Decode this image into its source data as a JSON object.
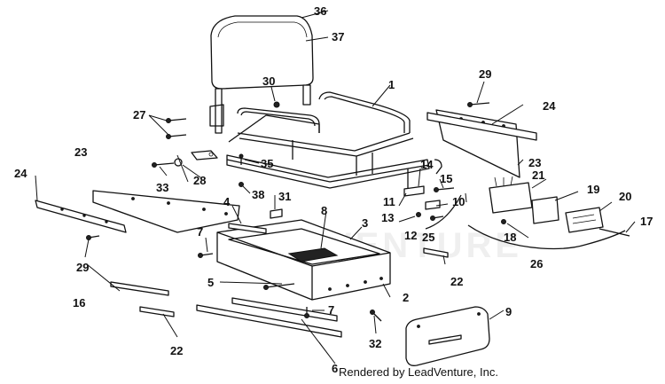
{
  "credit": "Rendered by LeadVenture, Inc.",
  "watermark": "LEADVENTURE",
  "callouts": {
    "c1": "1",
    "c2": "2",
    "c3": "3",
    "c4": "4",
    "c5": "5",
    "c6": "6",
    "c7a": "7",
    "c7b": "7",
    "c8": "8",
    "c9": "9",
    "c10": "10",
    "c11": "11",
    "c12": "12",
    "c13": "13",
    "c14": "14",
    "c15": "15",
    "c16": "16",
    "c17": "17",
    "c18": "18",
    "c19": "19",
    "c20": "20",
    "c21": "21",
    "c22a": "22",
    "c22b": "22",
    "c23a": "23",
    "c23b": "23",
    "c24a": "24",
    "c24b": "24",
    "c25": "25",
    "c26": "26",
    "c27": "27",
    "c28": "28",
    "c29a": "29",
    "c29b": "29",
    "c30": "30",
    "c31": "31",
    "c32": "32",
    "c33": "33",
    "c35": "35",
    "c36": "36",
    "c37": "37",
    "c38": "38"
  }
}
